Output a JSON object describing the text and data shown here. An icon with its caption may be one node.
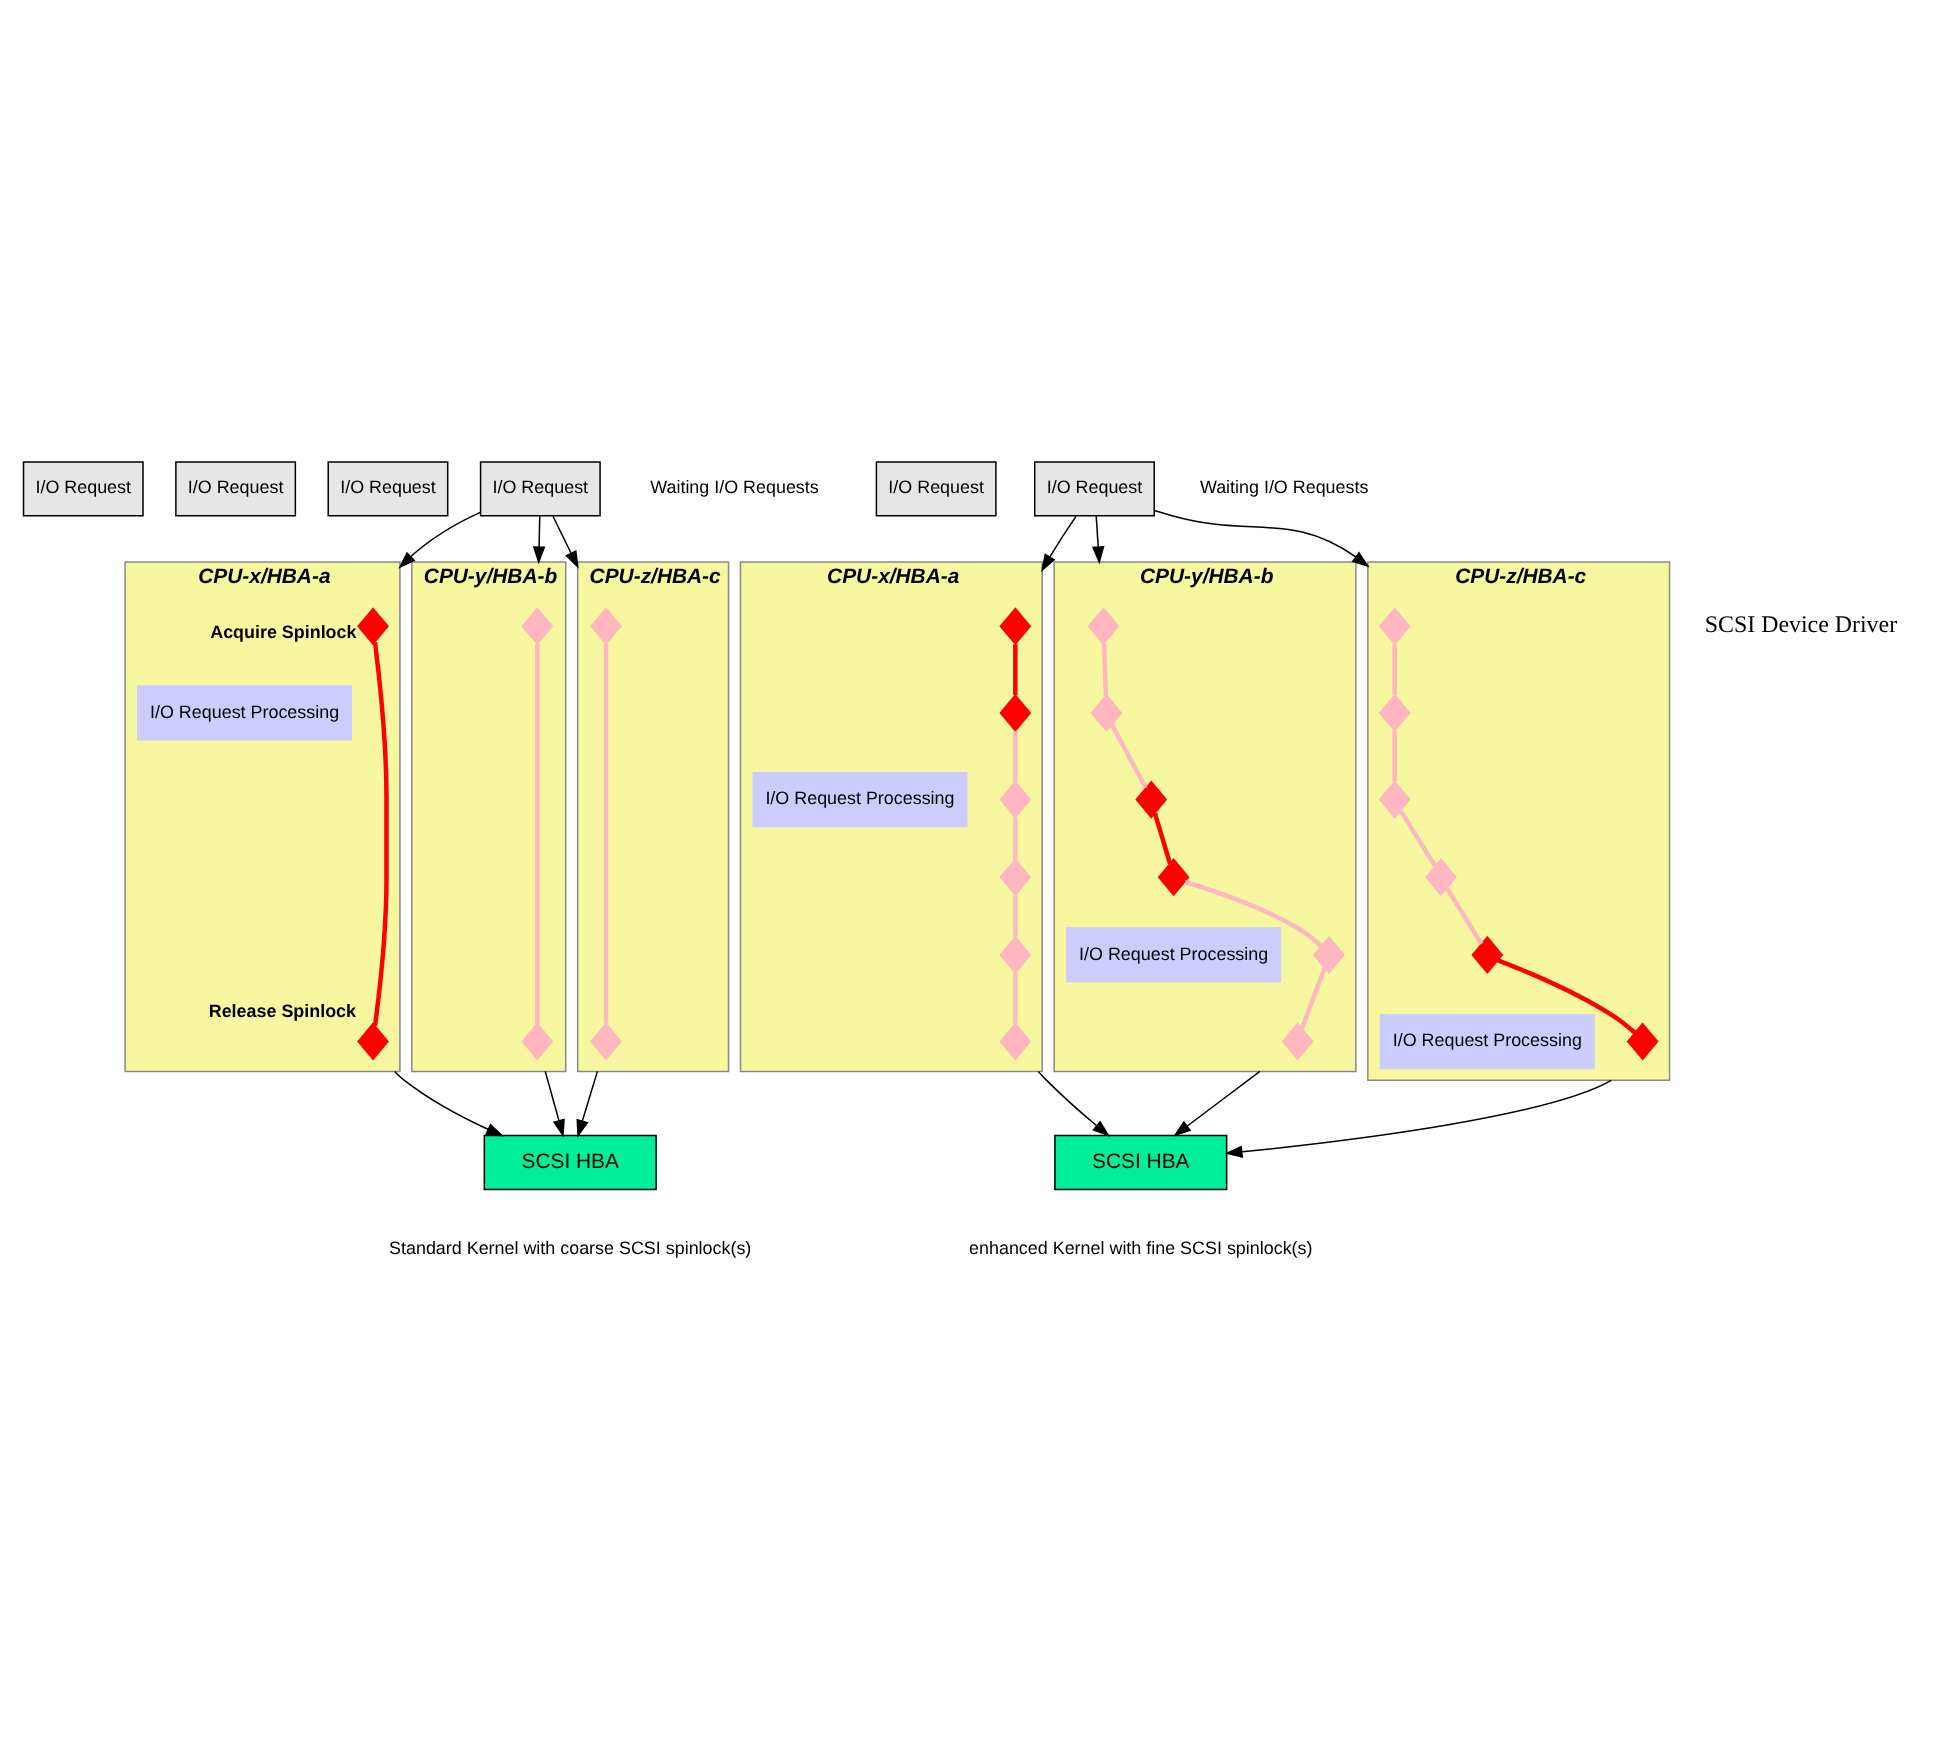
{
  "diagram": {
    "nodes": [
      {
        "text": [
          "I/O Request"
        ]
      },
      {
        "text": [
          "I/O Request"
        ]
      },
      {
        "text": [
          "I/O Request"
        ]
      },
      {
        "text": [
          "I/O Request"
        ]
      },
      {
        "text": [
          "CPU-x/HBA-a"
        ]
      },
      {
        "text": [],
        "shape": "diamond",
        "in": 4,
        "beside": [
          "Acquire Spinlock"
        ]
      },
      {
        "text": [
          "I/O Request Processing"
        ],
        "in": 4
      },
      {
        "text": [],
        "shape": "diamond",
        "in": 4,
        "beside": [
          "Release Spinlock"
        ]
      },
      {
        "text": [
          "CPU-y/HBA-b"
        ]
      },
      {
        "text": [],
        "shape": "diamond",
        "in": 8
      },
      {
        "text": [],
        "shape": "diamond",
        "in": 8
      },
      {
        "text": [
          "CPU-z/HBA-c"
        ]
      },
      {
        "text": [],
        "shape": "diamond",
        "in": 11
      },
      {
        "text": [],
        "shape": "diamond",
        "in": 11
      },
      {
        "text": [
          "SCSI HBA"
        ]
      },
      {
        "text": [
          "I/O Request"
        ]
      },
      {
        "text": [
          "I/O Request"
        ]
      },
      {
        "text": [
          "CPU-x/HBA-a"
        ]
      },
      {
        "text": [],
        "shape": "diamond",
        "in": 17
      },
      {
        "text": [],
        "shape": "diamond",
        "in": 17
      },
      {
        "text": [
          "I/O Request Processing"
        ],
        "in": 17
      },
      {
        "text": [],
        "shape": "diamond",
        "in": 17
      },
      {
        "text": [],
        "shape": "diamond",
        "in": 17
      },
      {
        "text": [],
        "shape": "diamond",
        "in": 17
      },
      {
        "text": [],
        "shape": "diamond",
        "in": 17
      },
      {
        "text": [
          "CPU-y/HBA-b"
        ]
      },
      {
        "text": [],
        "shape": "diamond",
        "in": 25
      },
      {
        "text": [],
        "shape": "diamond",
        "in": 25
      },
      {
        "text": [],
        "shape": "diamond",
        "in": 25
      },
      {
        "text": [],
        "shape": "diamond",
        "in": 25
      },
      {
        "text": [
          "I/O Request Processing"
        ],
        "in": 25
      },
      {
        "text": [],
        "shape": "diamond",
        "in": 25
      },
      {
        "text": [],
        "shape": "diamond",
        "in": 25
      },
      {
        "text": [
          "CPU-z/HBA-c"
        ]
      },
      {
        "text": [],
        "shape": "diamond",
        "in": 33
      },
      {
        "text": [],
        "shape": "diamond",
        "in": 33
      },
      {
        "text": [],
        "shape": "diamond",
        "in": 33
      },
      {
        "text": [],
        "shape": "diamond",
        "in": 33
      },
      {
        "text": [],
        "shape": "diamond",
        "in": 33
      },
      {
        "text": [
          "I/O Request Processing"
        ],
        "in": 33
      },
      {
        "text": [],
        "shape": "diamond",
        "in": 33
      },
      {
        "text": [
          "SCSI HBA"
        ]
      }
    ],
    "edges": [
      {
        "from": 3,
        "to": 4,
        "arrow": "to",
        "color": "#000000"
      },
      {
        "from": 3,
        "to": 8,
        "arrow": "to",
        "color": "#000000"
      },
      {
        "from": 3,
        "to": 11,
        "arrow": "to",
        "color": "#000000"
      },
      {
        "from": 5,
        "to": 7,
        "arrow": "none",
        "color": "#ff0000"
      },
      {
        "from": 9,
        "to": 10,
        "arrow": "none"
      },
      {
        "from": 12,
        "to": 13,
        "arrow": "none"
      },
      {
        "from": 4,
        "to": 14,
        "arrow": "to",
        "color": "#000000"
      },
      {
        "from": 8,
        "to": 14,
        "arrow": "to",
        "color": "#000000"
      },
      {
        "from": 11,
        "to": 14,
        "arrow": "to",
        "color": "#000000"
      },
      {
        "from": 16,
        "to": 17,
        "arrow": "to",
        "color": "#000000"
      },
      {
        "from": 16,
        "to": 25,
        "arrow": "to",
        "color": "#000000"
      },
      {
        "from": 16,
        "to": 33,
        "arrow": "to",
        "color": "#000000"
      },
      {
        "from": 18,
        "to": 19,
        "arrow": "none",
        "color": "#ff0000"
      },
      {
        "from": 19,
        "to": 21,
        "arrow": "none"
      },
      {
        "from": 21,
        "to": 22,
        "arrow": "none"
      },
      {
        "from": 22,
        "to": 23,
        "arrow": "none"
      },
      {
        "from": 23,
        "to": 24,
        "arrow": "none"
      },
      {
        "from": 26,
        "to": 27,
        "arrow": "none"
      },
      {
        "from": 27,
        "to": 28,
        "arrow": "none"
      },
      {
        "from": 28,
        "to": 29,
        "arrow": "none",
        "color": "#ff0000"
      },
      {
        "from": 29,
        "to": 31,
        "arrow": "none"
      },
      {
        "from": 31,
        "to": 32,
        "arrow": "none"
      },
      {
        "from": 34,
        "to": 35,
        "arrow": "none"
      },
      {
        "from": 35,
        "to": 36,
        "arrow": "none"
      },
      {
        "from": 36,
        "to": 37,
        "arrow": "none"
      },
      {
        "from": 37,
        "to": 38,
        "arrow": "none"
      },
      {
        "from": 38,
        "to": 40,
        "arrow": "none",
        "color": "#ff0000"
      },
      {
        "from": 17,
        "to": 41,
        "arrow": "to",
        "color": "#000000"
      },
      {
        "from": 25,
        "to": 41,
        "arrow": "to",
        "color": "#000000"
      },
      {
        "from": 33,
        "to": 41,
        "arrow": "to",
        "color": "#000000"
      }
    ],
    "labels": [
      "Waiting I/O Requests",
      "Waiting I/O Requests",
      "SCSI Device Driver",
      "Standard Kernel with coarse SCSI spinlock(s)",
      "enhanced Kernel with fine SCSI spinlock(s)"
    ]
  }
}
